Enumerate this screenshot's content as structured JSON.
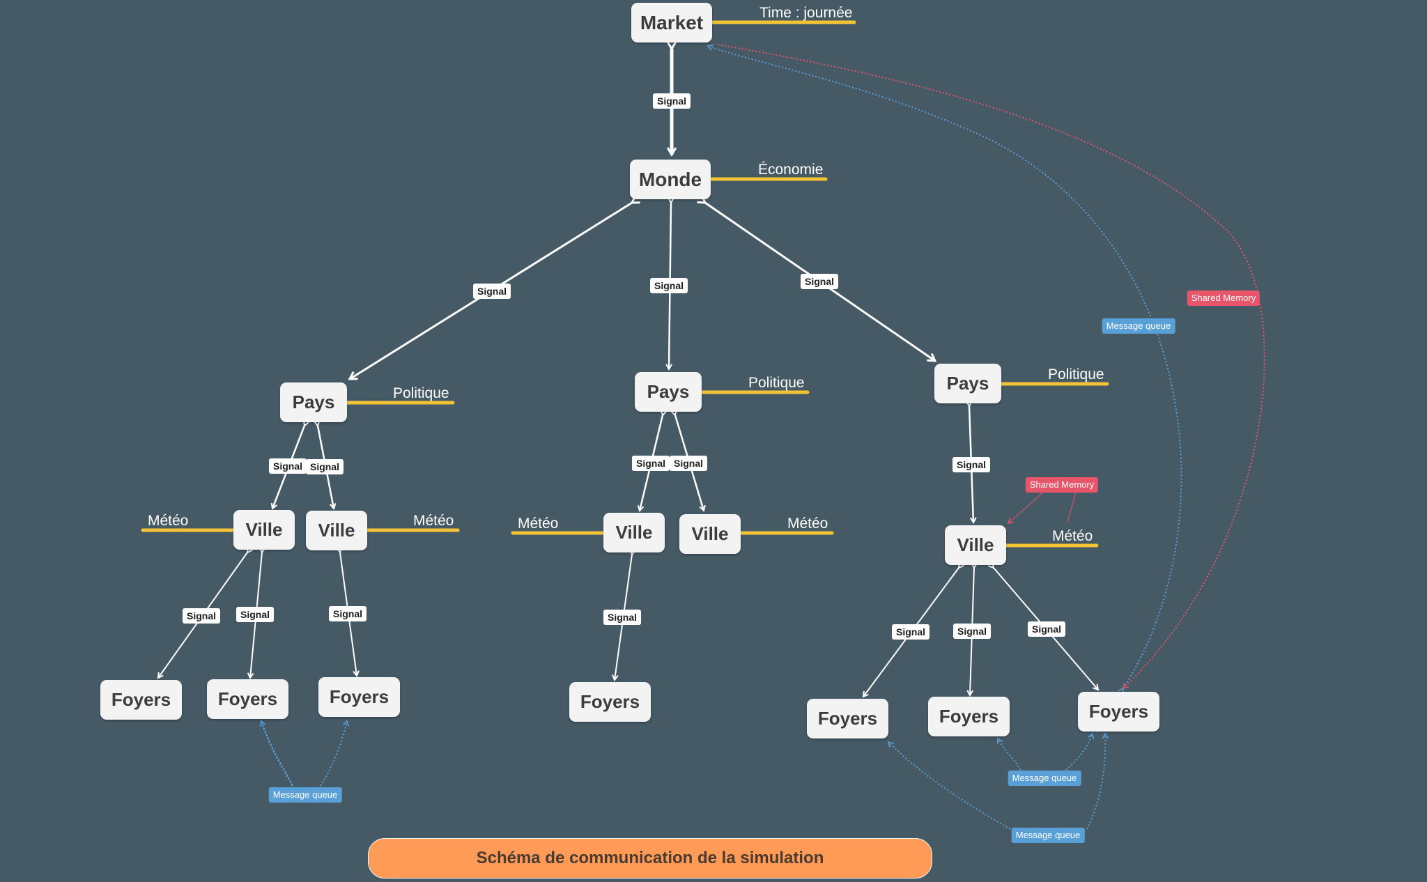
{
  "nodes": {
    "market": "Market",
    "monde": "Monde",
    "pays_left": "Pays",
    "pays_mid": "Pays",
    "pays_right": "Pays",
    "ville_1": "Ville",
    "ville_2": "Ville",
    "ville_3": "Ville",
    "ville_4": "Ville",
    "ville_5": "Ville",
    "foyers_1": "Foyers",
    "foyers_2": "Foyers",
    "foyers_3": "Foyers",
    "foyers_4": "Foyers",
    "foyers_5": "Foyers",
    "foyers_6": "Foyers",
    "foyers_7": "Foyers"
  },
  "attributes": {
    "market": "Time : journée",
    "monde": "Économie",
    "pays_left": "Politique",
    "pays_mid": "Politique",
    "pays_right": "Politique",
    "ville_1": "Météo",
    "ville_2": "Météo",
    "ville_3": "Météo",
    "ville_4": "Météo",
    "ville_5": "Météo"
  },
  "edge_labels": {
    "signal": "Signal",
    "message_queue": "Message queue",
    "shared_memory": "Shared Memory"
  },
  "colors": {
    "background": "#465a66",
    "attribute_line": "#f4c436",
    "message_queue": "#5aa0d8",
    "shared_memory": "#e8556a",
    "title_banner": "#ff9a57"
  },
  "title": "Schéma de communication de la simulation"
}
